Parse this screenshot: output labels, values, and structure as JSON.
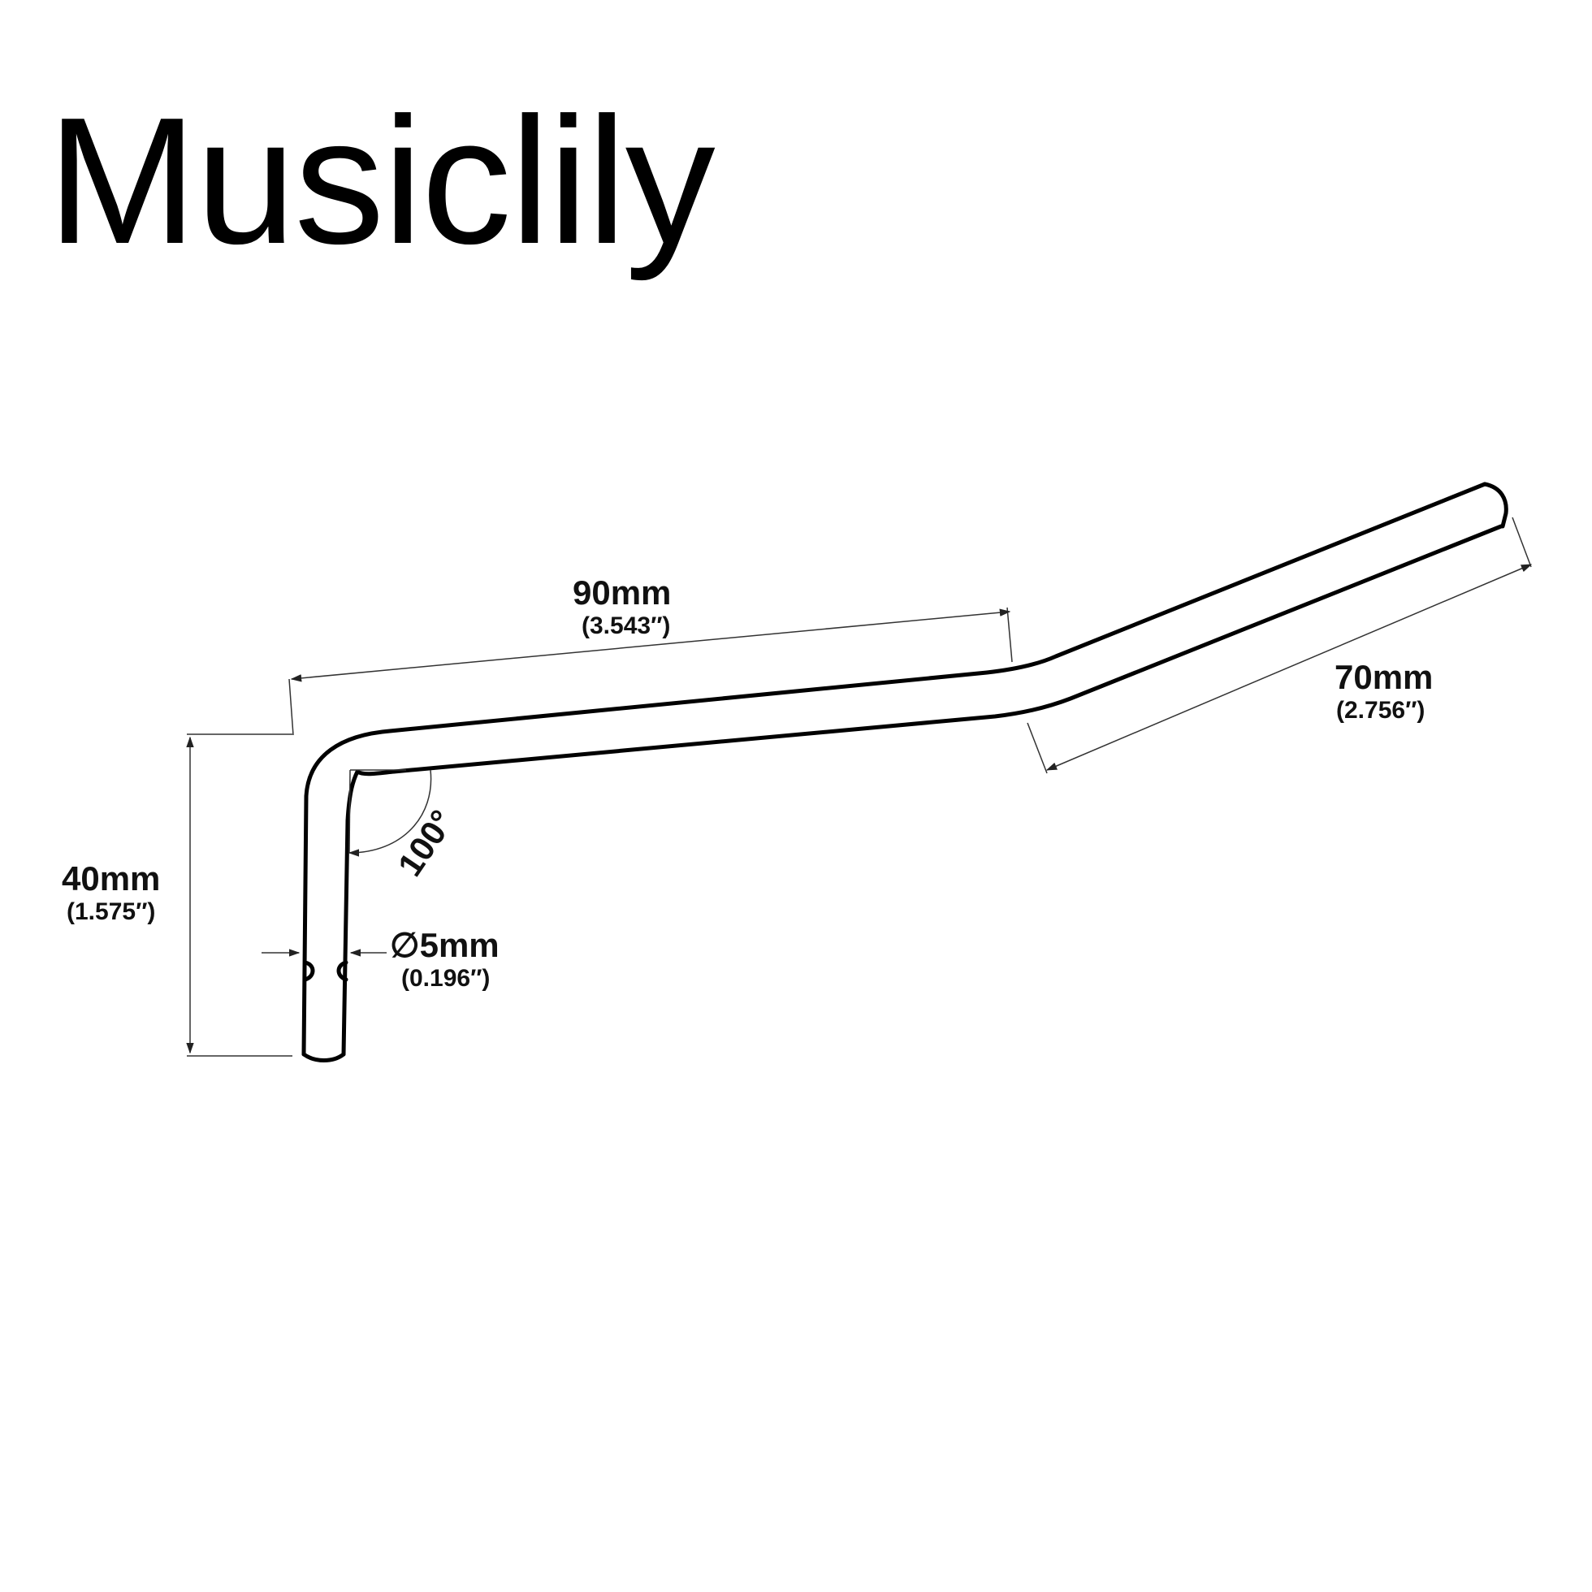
{
  "brand": {
    "name": "Musiclily"
  },
  "dimensions": {
    "long_arm": {
      "metric": "90mm",
      "imperial": "(3.543″)"
    },
    "tip_arm": {
      "metric": "70mm",
      "imperial": "(2.756″)"
    },
    "leg": {
      "metric": "40mm",
      "imperial": "(1.575″)"
    },
    "diameter": {
      "metric": "∅5mm",
      "imperial": "(0.196″)"
    },
    "angle": {
      "value": "100°"
    }
  },
  "colors": {
    "line": "#000000",
    "background": "#ffffff"
  }
}
